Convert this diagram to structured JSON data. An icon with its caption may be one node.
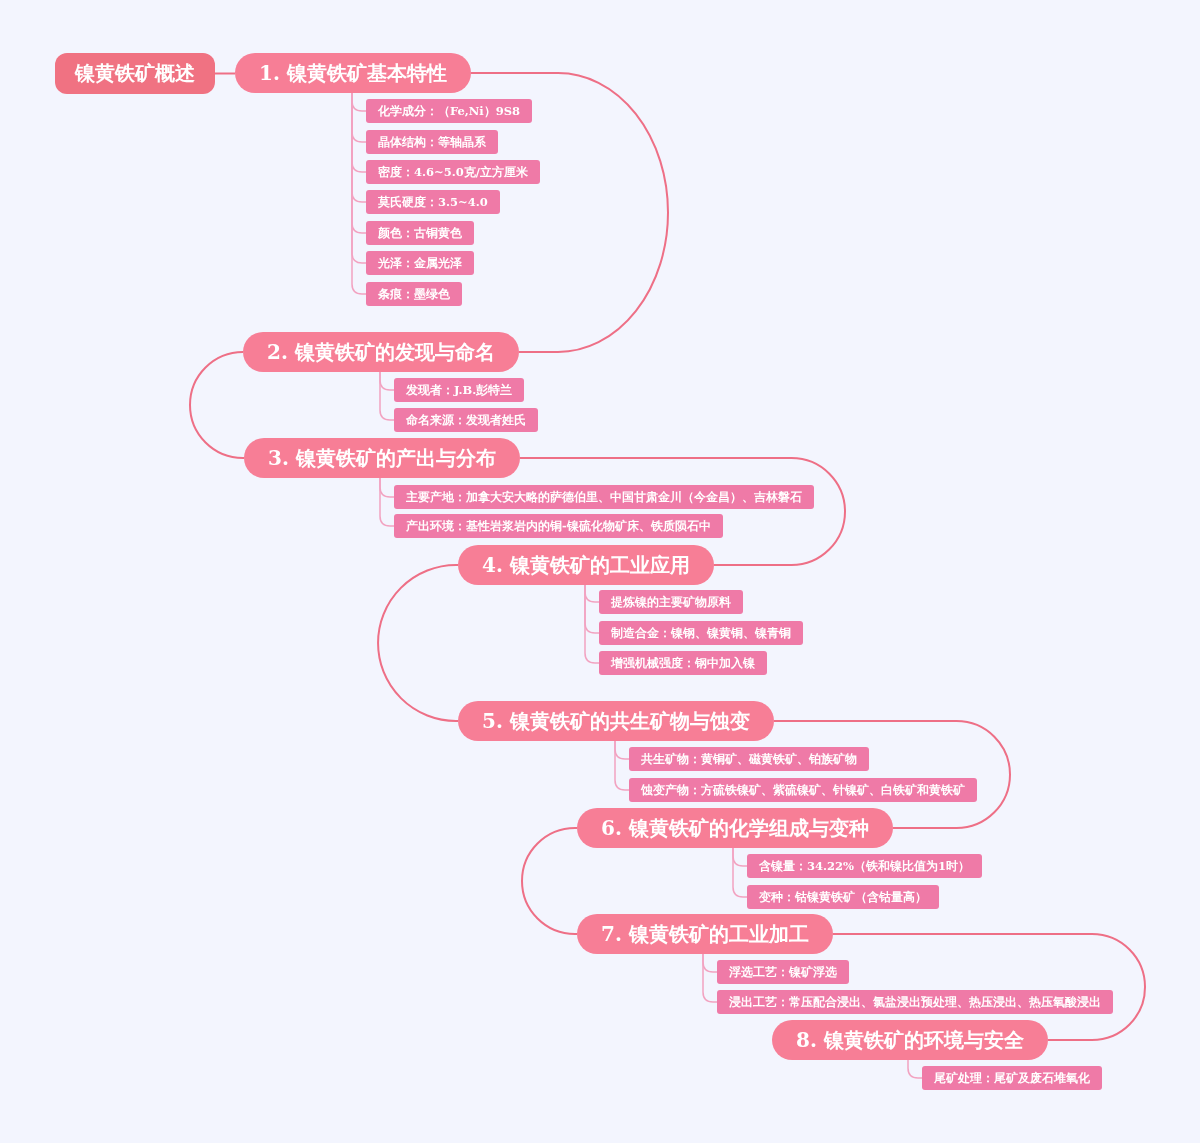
{
  "diagram": {
    "nodes": [
      {
        "text": [
          "镍黄铁矿概述"
        ]
      },
      {
        "text": [
          "1. 镍黄铁矿基本特性"
        ]
      },
      {
        "text": [
          "化学成分：（Fe,Ni）9S8"
        ]
      },
      {
        "text": [
          "晶体结构：等轴晶系"
        ]
      },
      {
        "text": [
          "密度：4.6~5.0克/立方厘米"
        ]
      },
      {
        "text": [
          "莫氏硬度：3.5~4.0"
        ]
      },
      {
        "text": [
          "颜色：古铜黄色"
        ]
      },
      {
        "text": [
          "光泽：金属光泽"
        ]
      },
      {
        "text": [
          "条痕：墨绿色"
        ]
      },
      {
        "text": [
          "2. 镍黄铁矿的发现与命名"
        ]
      },
      {
        "text": [
          "发现者：J.B.彭特兰"
        ]
      },
      {
        "text": [
          "命名来源：发现者姓氏"
        ]
      },
      {
        "text": [
          "3. 镍黄铁矿的产出与分布"
        ]
      },
      {
        "text": [
          "主要产地：加拿大安大略的萨德伯里、中国甘肃金川（今金昌）、吉林磐石"
        ]
      },
      {
        "text": [
          "产出环境：基性岩浆岩内的铜-镍硫化物矿床、铁质陨石中"
        ]
      },
      {
        "text": [
          "4. 镍黄铁矿的工业应用"
        ]
      },
      {
        "text": [
          "提炼镍的主要矿物原料"
        ]
      },
      {
        "text": [
          "制造合金：镍钢、镍黄铜、镍青铜"
        ]
      },
      {
        "text": [
          "增强机械强度：钢中加入镍"
        ]
      },
      {
        "text": [
          "5. 镍黄铁矿的共生矿物与蚀变"
        ]
      },
      {
        "text": [
          "共生矿物：黄铜矿、磁黄铁矿、铂族矿物"
        ]
      },
      {
        "text": [
          "蚀变产物：方硫铁镍矿、紫硫镍矿、针镍矿、白铁矿和黄铁矿"
        ]
      },
      {
        "text": [
          "6. 镍黄铁矿的化学组成与变种"
        ]
      },
      {
        "text": [
          "含镍量：34.22%（铁和镍比值为1时）"
        ]
      },
      {
        "text": [
          "变种：钴镍黄铁矿（含钴量高）"
        ]
      },
      {
        "text": [
          "7. 镍黄铁矿的工业加工"
        ]
      },
      {
        "text": [
          "浮选工艺：镍矿浮选"
        ]
      },
      {
        "text": [
          "浸出工艺：常压配合浸出、氯盐浸出预处理、热压浸出、热压氧酸浸出"
        ]
      },
      {
        "text": [
          "8. 镍黄铁矿的环境与安全"
        ]
      },
      {
        "text": [
          "尾矿处理：尾矿及废石堆氧化"
        ]
      }
    ],
    "edges": [
      {
        "from": 0,
        "to": 1,
        "arrow": "none",
        "color": "#ee6f86"
      },
      {
        "from": 1,
        "to": 2,
        "arrow": "none"
      },
      {
        "from": 1,
        "to": 3,
        "arrow": "none"
      },
      {
        "from": 1,
        "to": 4,
        "arrow": "none"
      },
      {
        "from": 1,
        "to": 5,
        "arrow": "none"
      },
      {
        "from": 1,
        "to": 6,
        "arrow": "none"
      },
      {
        "from": 1,
        "to": 7,
        "arrow": "none"
      },
      {
        "from": 1,
        "to": 8,
        "arrow": "none"
      },
      {
        "from": 1,
        "to": 9,
        "arrow": "none",
        "color": "#ee6f86"
      },
      {
        "from": 9,
        "to": 10,
        "arrow": "none"
      },
      {
        "from": 9,
        "to": 11,
        "arrow": "none"
      },
      {
        "from": 9,
        "to": 12,
        "arrow": "none",
        "color": "#ee6f86"
      },
      {
        "from": 12,
        "to": 13,
        "arrow": "none"
      },
      {
        "from": 12,
        "to": 14,
        "arrow": "none"
      },
      {
        "from": 12,
        "to": 15,
        "arrow": "none",
        "color": "#ee6f86"
      },
      {
        "from": 15,
        "to": 16,
        "arrow": "none"
      },
      {
        "from": 15,
        "to": 17,
        "arrow": "none"
      },
      {
        "from": 15,
        "to": 18,
        "arrow": "none"
      },
      {
        "from": 15,
        "to": 19,
        "arrow": "none",
        "color": "#ee6f86"
      },
      {
        "from": 19,
        "to": 20,
        "arrow": "none"
      },
      {
        "from": 19,
        "to": 21,
        "arrow": "none"
      },
      {
        "from": 19,
        "to": 22,
        "arrow": "none",
        "color": "#ee6f86"
      },
      {
        "from": 22,
        "to": 23,
        "arrow": "none"
      },
      {
        "from": 22,
        "to": 24,
        "arrow": "none"
      },
      {
        "from": 22,
        "to": 25,
        "arrow": "none",
        "color": "#ee6f86"
      },
      {
        "from": 25,
        "to": 26,
        "arrow": "none"
      },
      {
        "from": 25,
        "to": 27,
        "arrow": "none"
      },
      {
        "from": 25,
        "to": 28,
        "arrow": "none",
        "color": "#ee6f86"
      },
      {
        "from": 28,
        "to": 29,
        "arrow": "none"
      }
    ]
  }
}
